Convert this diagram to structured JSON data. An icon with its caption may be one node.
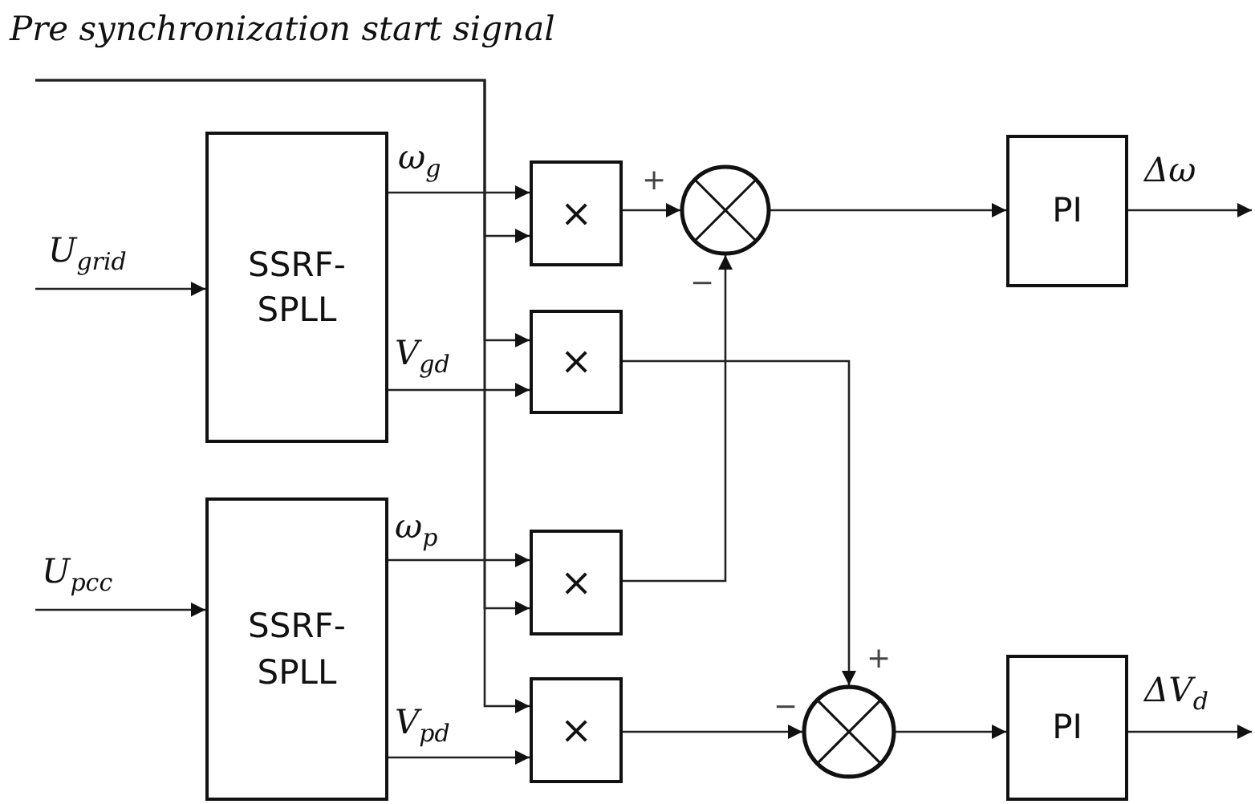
{
  "diagram": {
    "nodes": [
      {
        "text": [
          "Pre synchronization start signal"
        ]
      },
      {
        "text": [
          "SSRF- SPLL"
        ]
      },
      {
        "text": [
          "×"
        ]
      },
      {
        "text": [],
        "shape": "circle"
      },
      {
        "text": [
          "PI"
        ]
      },
      {
        "text": [
          "×"
        ]
      },
      {
        "text": [
          "SSRF- SPLL"
        ]
      },
      {
        "text": [
          "×"
        ]
      },
      {
        "text": [
          "×"
        ]
      },
      {
        "text": [],
        "shape": "circle"
      },
      {
        "text": [
          "PI"
        ]
      }
    ],
    "edges": [
      {
        "from": null,
        "to": 1,
        "arrow": "to",
        "label": "U$_{grid}$"
      },
      {
        "from": 1,
        "to": 2,
        "arrow": "to",
        "label": "ω$_{g}$"
      },
      {
        "from": 0,
        "to": 2,
        "arrow": "to"
      },
      {
        "from": 0,
        "to": 5,
        "arrow": "to"
      },
      {
        "from": 1,
        "to": 5,
        "arrow": "to",
        "label": "V$_{gd}$"
      },
      {
        "from": 0,
        "to": 7,
        "arrow": "to"
      },
      {
        "from": 0,
        "to": 8,
        "arrow": "to"
      },
      {
        "from": 6,
        "to": 7,
        "arrow": "to",
        "label": "ω$_{p}$"
      },
      {
        "from": 6,
        "to": 8,
        "arrow": "to",
        "label": "V$_{pd}$"
      },
      {
        "from": null,
        "to": 6,
        "arrow": "to",
        "label": "U$_{pcc}$"
      },
      {
        "from": 2,
        "to": 3,
        "arrow": "to"
      },
      {
        "from": 7,
        "to": 3,
        "arrow": "to"
      },
      {
        "from": 3,
        "to": 4,
        "arrow": "to"
      },
      {
        "from": 4,
        "to": null,
        "arrow": "to",
        "label": "Δω"
      },
      {
        "from": 5,
        "to": 9,
        "arrow": "to"
      },
      {
        "from": 8,
        "to": 9,
        "arrow": "to"
      },
      {
        "from": 9,
        "to": 10,
        "arrow": "to"
      },
      {
        "from": 10,
        "to": null,
        "arrow": "to",
        "label": "ΔV$_{d}$"
      }
    ],
    "labels": [
      "+",
      "−",
      "+",
      "−"
    ]
  }
}
